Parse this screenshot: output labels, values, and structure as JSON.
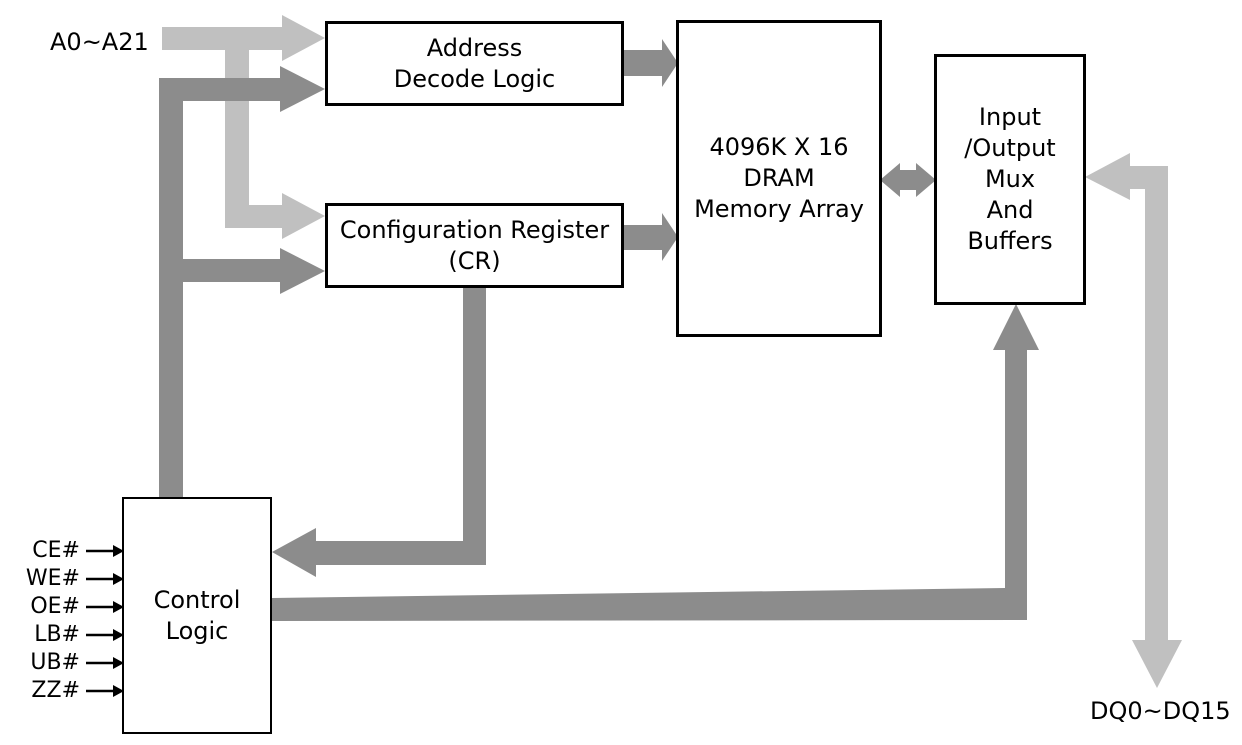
{
  "inputs": {
    "address": "A0~A21",
    "data_io": "DQ0~DQ15"
  },
  "blocks": {
    "address_decode": {
      "line1": "Address",
      "line2": "Decode Logic"
    },
    "config_register": {
      "line1": "Configuration Register",
      "line2": "(CR)"
    },
    "memory_array": {
      "line1": "4096K X 16",
      "line2": "DRAM",
      "line3": "Memory Array"
    },
    "io_mux": {
      "line1": "Input",
      "line2": "/Output",
      "line3": "Mux",
      "line4": "And",
      "line5": "Buffers"
    },
    "control_logic": {
      "line1": "Control",
      "line2": "Logic"
    }
  },
  "control_signals": [
    "CE#",
    "WE#",
    "OE#",
    "LB#",
    "UB#",
    "ZZ#"
  ],
  "colors": {
    "light_bus": "#c0c0c0",
    "dark_bus": "#8c8c8c",
    "stroke": "#000000"
  }
}
